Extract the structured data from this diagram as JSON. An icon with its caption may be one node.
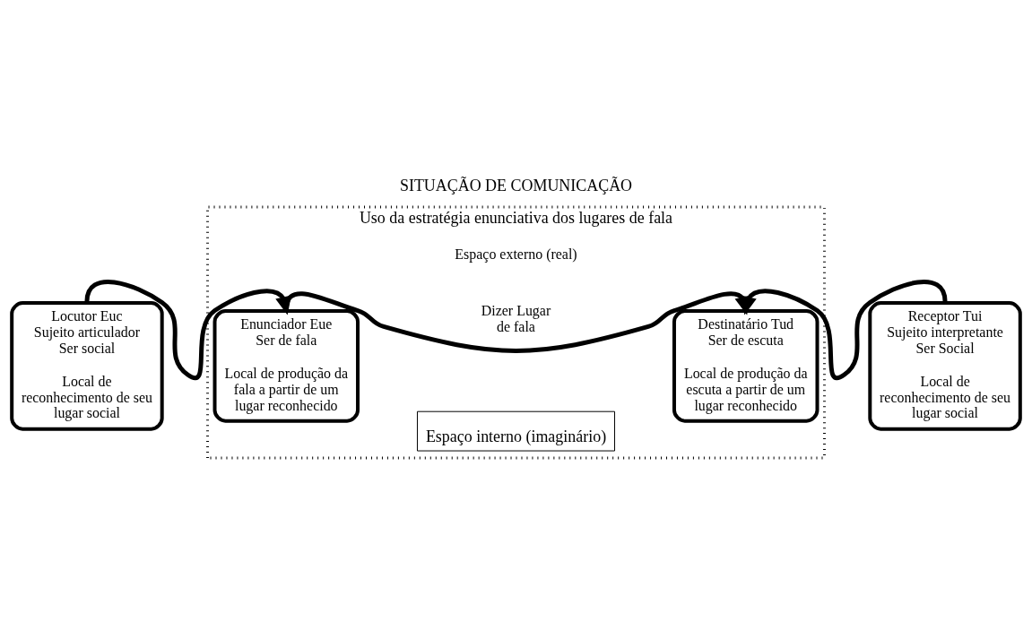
{
  "diagram": {
    "title": "SITUAÇÃO DE COMUNICAÇÃO",
    "nodes": [
      {
        "text": [
          "Uso da estratégia enunciativa dos lugares de fala",
          "Espaço externo (real)"
        ]
      },
      {
        "text": [
          "Locutor Euc",
          "Sujeito articulador",
          "Ser social",
          "Local de reconhecimento de seu lugar social"
        ]
      },
      {
        "text": [
          "Espaço interno (imaginário)"
        ],
        "in": 0
      },
      {
        "text": [
          "Enunciador Eue",
          "Ser de fala",
          "Local de produção da fala a partir de um lugar reconhecido"
        ],
        "in": 0
      },
      {
        "text": [
          "Destinatário Tud",
          "Ser de escuta",
          "Local de produção da escuta a partir de um lugar reconhecido"
        ],
        "in": 0
      },
      {
        "text": [
          "Receptor Tui",
          "Sujeito interpretante",
          "Ser Social",
          "Local de reconhecimento de seu lugar social"
        ]
      }
    ],
    "edges": [
      {
        "from": 1,
        "to": 3,
        "arrow": "to"
      },
      {
        "from": 3,
        "to": 4,
        "label": "Dizer Lugar de fala",
        "arrow": "to"
      },
      {
        "from": 5,
        "to": 4,
        "arrow": "to"
      }
    ]
  }
}
